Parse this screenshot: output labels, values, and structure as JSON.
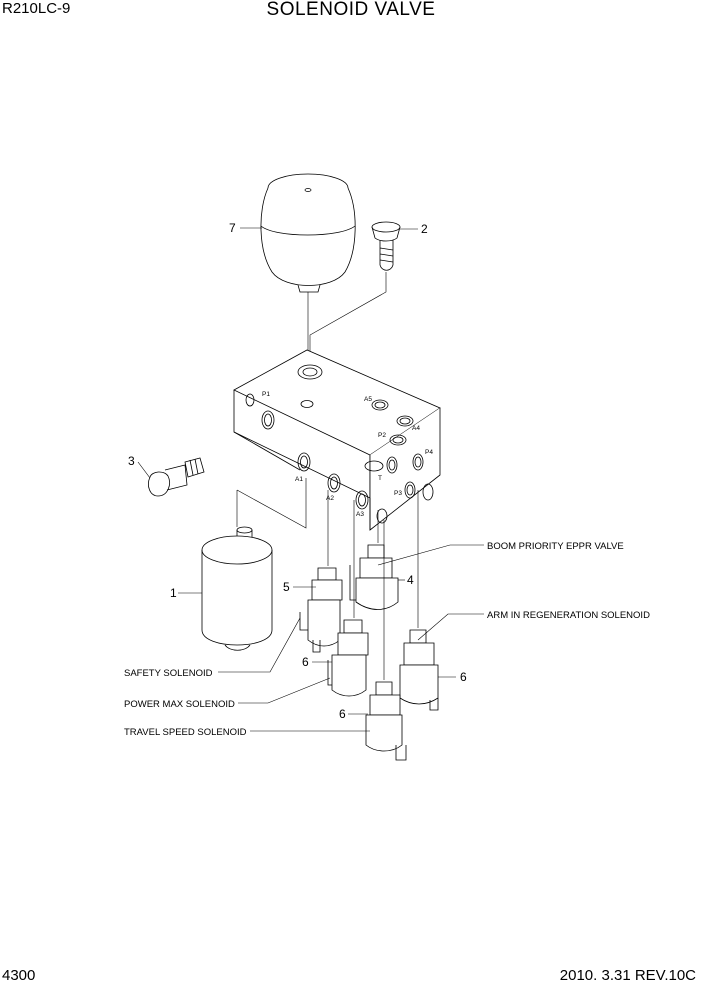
{
  "header": {
    "model": "R210LC-9",
    "title": "SOLENOID VALVE"
  },
  "footer": {
    "page": "4300",
    "revision": "2010. 3.31  REV.10C"
  },
  "callouts": {
    "c1": "1",
    "c2": "2",
    "c3": "3",
    "c4": "4",
    "c5": "5",
    "c6a": "6",
    "c6b": "6",
    "c6c": "6",
    "c7": "7"
  },
  "labels": {
    "boom_priority": "BOOM PRIORITY EPPR VALVE",
    "arm_regen": "ARM IN REGENERATION SOLENOID",
    "safety": "SAFETY SOLENOID",
    "power_max": "POWER MAX SOLENOID",
    "travel_speed": "TRAVEL SPEED SOLENOID"
  },
  "ports": {
    "p1": "P1",
    "a1": "A1",
    "a2": "A2",
    "a3": "A3",
    "a4": "A4",
    "a5": "A5",
    "p2": "P2",
    "p3": "P3",
    "p4": "P4",
    "t": "T"
  }
}
